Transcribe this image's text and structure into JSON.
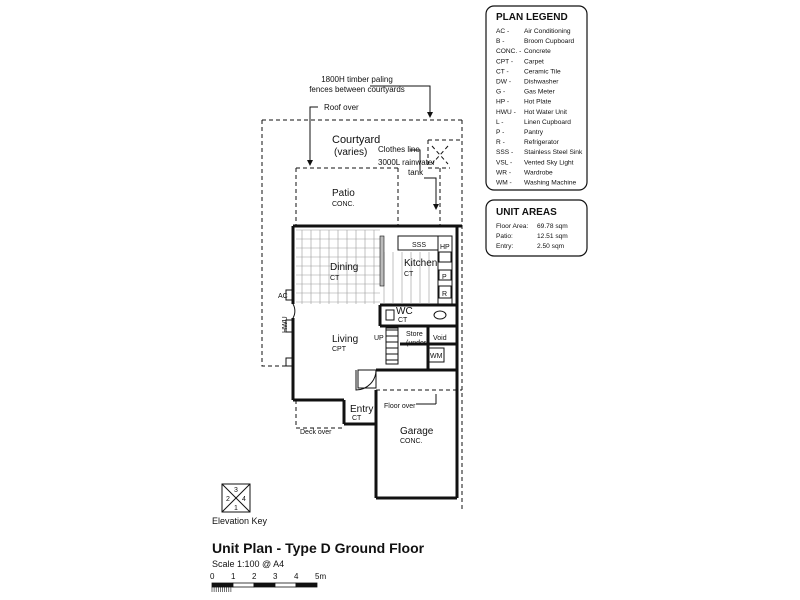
{
  "legend": {
    "title": "PLAN LEGEND",
    "items": [
      {
        "code": "AC -",
        "desc": "Air Conditioning"
      },
      {
        "code": "B -",
        "desc": "Broom Cupboard"
      },
      {
        "code": "CONC. -",
        "desc": "Concrete"
      },
      {
        "code": "CPT -",
        "desc": "Carpet"
      },
      {
        "code": "CT -",
        "desc": "Ceramic Tile"
      },
      {
        "code": "DW -",
        "desc": "Dishwasher"
      },
      {
        "code": "G -",
        "desc": "Gas Meter"
      },
      {
        "code": "HP -",
        "desc": "Hot Plate"
      },
      {
        "code": "HWU -",
        "desc": "Hot Water Unit"
      },
      {
        "code": "L -",
        "desc": "Linen Cupboard"
      },
      {
        "code": "P -",
        "desc": "Pantry"
      },
      {
        "code": "R -",
        "desc": "Refrigerator"
      },
      {
        "code": "SSS -",
        "desc": "Stainless Steel Sink"
      },
      {
        "code": "VSL -",
        "desc": "Vented Sky Light"
      },
      {
        "code": "WR -",
        "desc": "Wardrobe"
      },
      {
        "code": "WM -",
        "desc": "Washing Machine"
      }
    ]
  },
  "areas": {
    "title": "UNIT AREAS",
    "items": [
      {
        "label": "Floor Area:",
        "value": "69.78 sqm"
      },
      {
        "label": "Patio:",
        "value": "12.51 sqm"
      },
      {
        "label": "Entry:",
        "value": "2.50 sqm"
      }
    ]
  },
  "plan": {
    "fence_note_1": "1800H timber paling",
    "fence_note_2": "fences between courtyards",
    "roof_over": "Roof over",
    "courtyard": "Courtyard",
    "courtyard_sub": "(varies)",
    "clothes_line": "Clothes line",
    "tank_1": "3000L rainwater",
    "tank_2": "tank",
    "patio": "Patio",
    "patio_sub": "CONC.",
    "dining": "Dining",
    "dining_sub": "CT",
    "kitchen": "Kitchen",
    "kitchen_sub": "CT",
    "sss": "SSS",
    "hp": "HP",
    "p": "P",
    "r": "R",
    "ac": "AC",
    "hwu": "HWU",
    "wc": "WC",
    "wc_sub": "CT",
    "living": "Living",
    "living_sub": "CPT",
    "up": "UP",
    "store": "Store",
    "store_sub": "(under)",
    "void": "Void",
    "wm": "WM",
    "floor_over": "Floor over",
    "entry": "Entry",
    "entry_sub": "CT",
    "garage": "Garage",
    "garage_sub": "CONC.",
    "deck_over": "Deck over"
  },
  "elevation_key": {
    "label": "Elevation Key",
    "n1": "1",
    "n2": "2",
    "n3": "3",
    "n4": "4"
  },
  "title": {
    "main": "Unit Plan - Type D Ground Floor",
    "scale": "Scale 1:100 @ A4",
    "bar": [
      "0",
      "1",
      "2",
      "3",
      "4",
      "5m"
    ]
  }
}
